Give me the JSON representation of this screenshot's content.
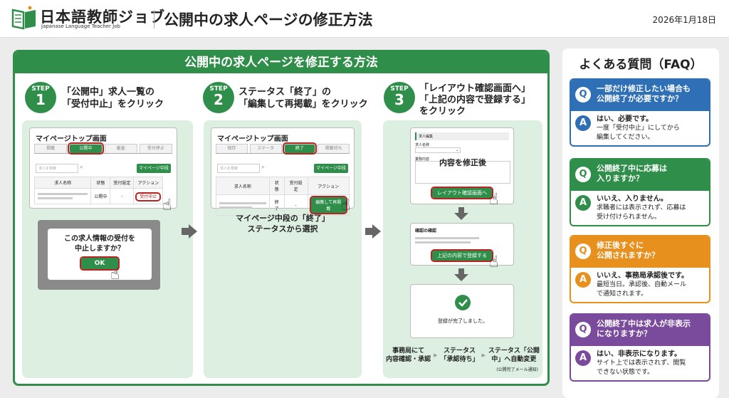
{
  "header": {
    "brand": "日本語教師ジョブ",
    "brand_sub": "Japanase Language Teacher Job",
    "title": "公開中の求人ページの修正方法",
    "date": "2026年1月18日"
  },
  "main": {
    "title": "公開中の求人ページを修正する方法",
    "steps": [
      {
        "label": "STEP",
        "number": "1",
        "title": "「公開中」求人一覧の\n「受付中止」をクリック",
        "mock": {
          "title": "マイページトップ画面",
          "tabs": [
            "掲載",
            "公開中",
            "審査",
            "受付停止"
          ],
          "search": "求人を検索",
          "top_button": "マイページ中段",
          "headers": [
            "求人名称",
            "状態",
            "受付設定",
            "アクション"
          ],
          "status": "公開中",
          "setting": "-",
          "action": "受付中止"
        },
        "dialog": {
          "message": "この求人情報の受付を\n中止しますか？",
          "ok": "OK"
        }
      },
      {
        "label": "STEP",
        "number": "2",
        "title": "ステータス「終了」の\n「編集して再掲載」をクリック",
        "mock": {
          "title": "マイページトップ画面",
          "tabs": [
            "保存",
            "ステータ",
            "終了",
            "掲載待ち"
          ],
          "search": "求人を検索",
          "top_button": "マイページ中段",
          "headers": [
            "求人名称",
            "状態",
            "受付設定",
            "アクション"
          ],
          "status": "終了",
          "setting": "-",
          "action": "編集して再掲載"
        },
        "caption": "マイページ中段の「終了」\nステータスから選択"
      },
      {
        "label": "STEP",
        "number": "3",
        "title": "「レイアウト確認画面へ」\n「上記の内容で登録する」\nをクリック",
        "form": {
          "section": "求人編集",
          "field1": "求人名称",
          "field2": "業務内容",
          "overlay": "内容を修正後",
          "button": "レイアウト確認画面へ"
        },
        "confirm": {
          "title": "確認の確認",
          "button": "上記の内容で登録する"
        },
        "done": {
          "message": "登録が完了しました。"
        },
        "flow": [
          "事務局にて\n内容確認・承認",
          "ステータス\n「承認待ち」",
          "ステータス「公開\n中」へ自動変更"
        ],
        "flow_note": "(公開完了メール通知)"
      }
    ]
  },
  "faq": {
    "title": "よくある質問（FAQ）",
    "q_icon": "Q",
    "a_icon": "A",
    "items": [
      {
        "q": "一部だけ修正したい場合も\n公開終了が必要ですか？",
        "a_head": "はい、必要です。",
        "a_body": "一度「受付中止」にしてから\n編集してください。",
        "color": "#2e6fb5"
      },
      {
        "q": "公開終了中に応募は\n入りますか？",
        "a_head": "いいえ、入りません。",
        "a_body": "求職者には表示されず、応募は\n受け付けられません。",
        "color": "#2f8f4a"
      },
      {
        "q": "修正後すぐに\n公開されますか？",
        "a_head": "いいえ、事務局承認後です。",
        "a_body": "最短当日。承認後、自動メール\nで通知されます。",
        "color": "#e8901e"
      },
      {
        "q": "公開終了中は求人が非表示\nになりますか？",
        "a_head": "はい、非表示になります。",
        "a_body": "サイト上では表示されず、閲覧\nできない状態です。",
        "color": "#7a4a9c"
      }
    ]
  }
}
